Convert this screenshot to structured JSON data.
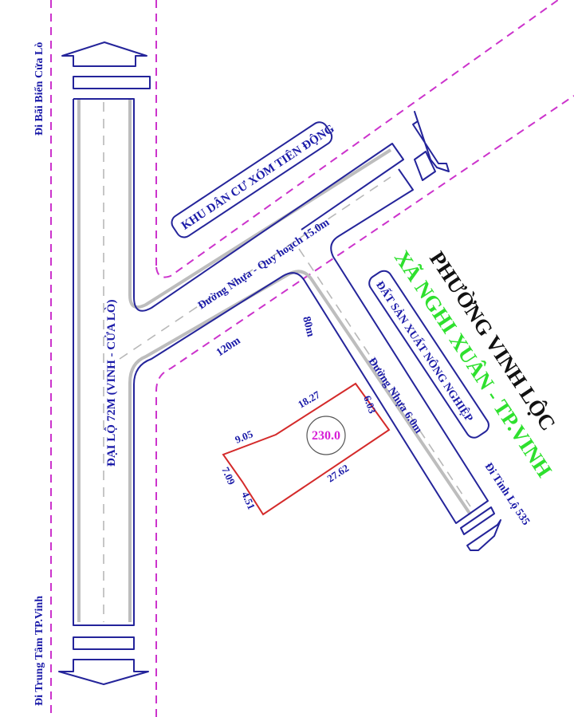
{
  "map": {
    "title_ward": "PHƯỜNG VINH LỘC",
    "title_commune": "XÃ NGHI XUÂN - TP.VINH",
    "areas": {
      "residential": "KHU DÂN CƯ XÓM TIÊN ĐỘNG",
      "agricultural": "ĐẤT SẢN XUẤT NÔNG NGHIỆP"
    },
    "roads": {
      "main": "ĐẠI LỘ 72M (VINH - CỬA LÒ)",
      "planned": "Đường Nhựa - Quy hoạch 15.0m",
      "side": "Đường Nhựa 6.0m"
    },
    "directions": {
      "north": "Đi Bãi Biển Cửa Lò",
      "south": "Đi Trung Tâm TP.Vinh",
      "southeast": "Đi Tỉnh Lộ 535"
    },
    "distances": {
      "from_main": "120m",
      "from_junction": "80m"
    },
    "lot": {
      "area": "230.0",
      "edges": [
        "18.27",
        "6.03",
        "27.62",
        "4.51",
        "7.09",
        "9.05"
      ]
    },
    "colors": {
      "road_outline": "#24249a",
      "boundary": "#cc33cc",
      "lot_outline": "#d42a2a",
      "area_label": "#d61fd6",
      "commune_label": "#2ee02e",
      "text_blue": "#1a1aa8"
    }
  }
}
